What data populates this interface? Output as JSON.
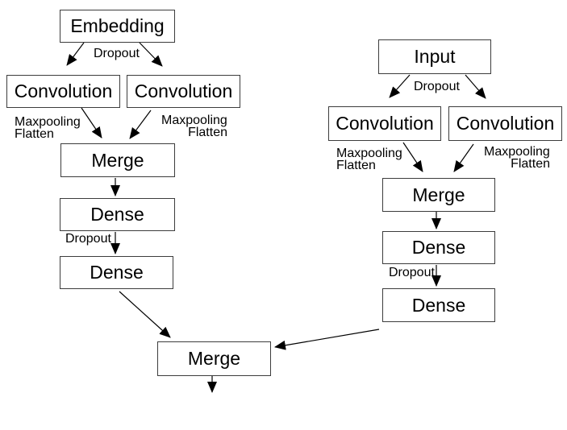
{
  "diagram": {
    "type": "neural-network-architecture-flowchart",
    "colors": {
      "background": "#ffffff",
      "box_border": "#3c3c3c",
      "box_fill": "#ffffff",
      "arrow": "#000000",
      "text": "#000000"
    }
  },
  "nodes": {
    "embedding": {
      "label": "Embedding"
    },
    "conv_left_a": {
      "label": "Convolution"
    },
    "conv_left_b": {
      "label": "Convolution"
    },
    "merge_left": {
      "label": "Merge"
    },
    "dense_left_a": {
      "label": "Dense"
    },
    "dense_left_b": {
      "label": "Dense"
    },
    "input": {
      "label": "Input"
    },
    "conv_right_a": {
      "label": "Convolution"
    },
    "conv_right_b": {
      "label": "Convolution"
    },
    "merge_right": {
      "label": "Merge"
    },
    "dense_right_a": {
      "label": "Dense"
    },
    "dense_right_b": {
      "label": "Dense"
    },
    "merge_final": {
      "label": "Merge"
    }
  },
  "edge_labels": {
    "dropout_embedding": "Dropout",
    "maxpool_left_a": "Maxpooling",
    "flatten_left_a": "Flatten",
    "maxpool_left_b": "Maxpooling",
    "flatten_left_b": "Flatten",
    "dropout_dense_left": "Dropout",
    "dropout_input": "Dropout",
    "maxpool_right_a": "Maxpooling",
    "flatten_right_a": "Flatten",
    "maxpool_right_b": "Maxpooling",
    "flatten_right_b": "Flatten",
    "dropout_dense_right": "Dropout"
  }
}
